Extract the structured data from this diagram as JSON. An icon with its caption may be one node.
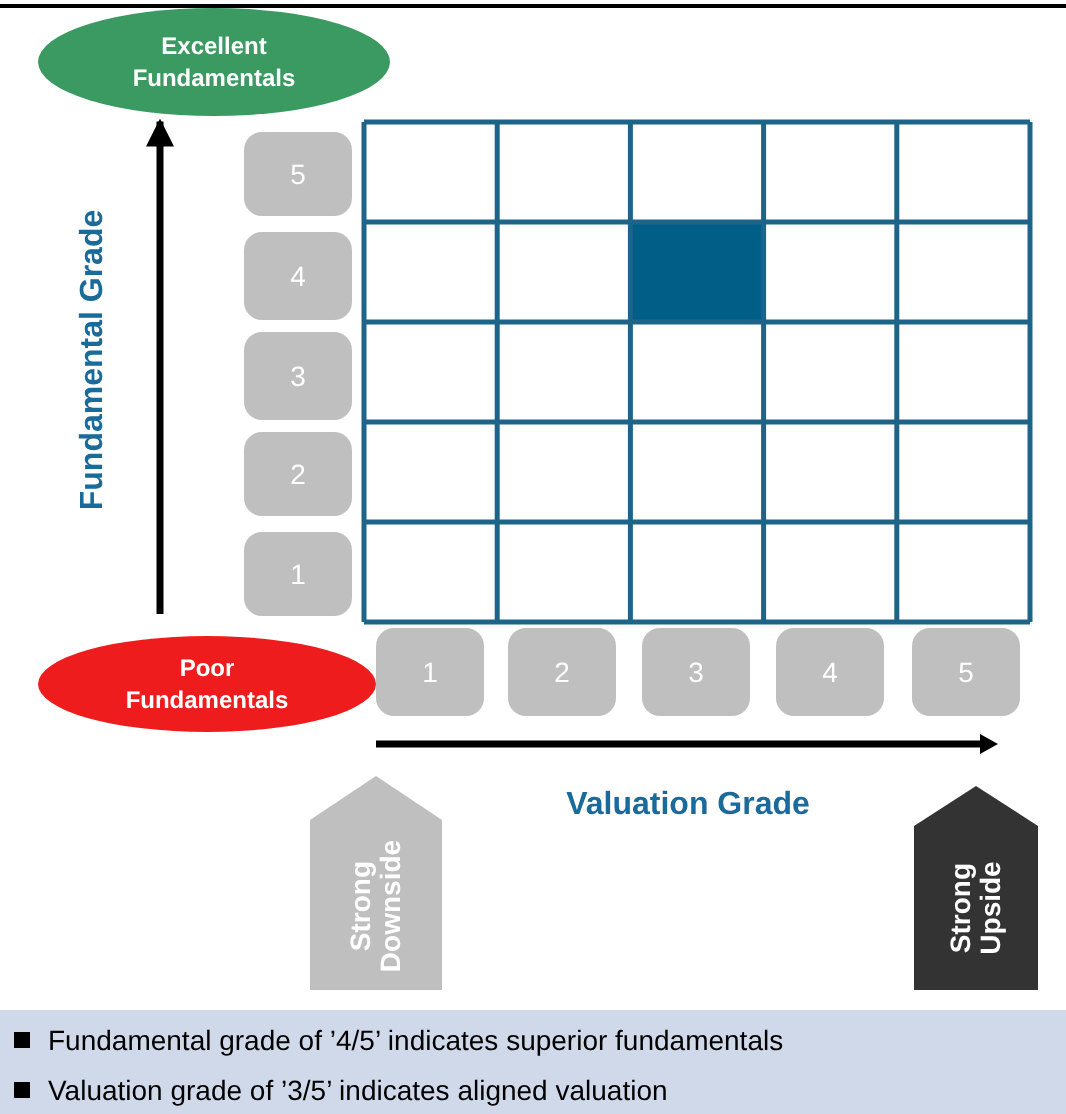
{
  "diagram": {
    "nodes": [
      {
        "text": [
          "Excellent Fundamentals"
        ]
      },
      {
        "text": [
          "Poor Fundamentals"
        ]
      },
      {
        "text": [
          "5"
        ]
      },
      {
        "text": [
          "4"
        ]
      },
      {
        "text": [
          "3"
        ]
      },
      {
        "text": [
          "2"
        ]
      },
      {
        "text": [
          "1"
        ]
      },
      {
        "text": [
          "1"
        ]
      },
      {
        "text": [
          "2"
        ]
      },
      {
        "text": [
          "3"
        ]
      },
      {
        "text": [
          "4"
        ]
      },
      {
        "text": [
          "5"
        ]
      },
      {
        "text": [
          "Strong Downside"
        ]
      },
      {
        "text": [
          "Strong Upside"
        ]
      }
    ],
    "edges": [
      {
        "from": 1,
        "to": 0,
        "arrow": "to"
      }
    ],
    "labels": [
      "Fundamental Grade",
      "Valuation Grade",
      "Fundamental grade of ’4/5’ indicates superior fundamentals",
      "Valuation grade of ’3/5’ indicates aligned valuation"
    ]
  }
}
